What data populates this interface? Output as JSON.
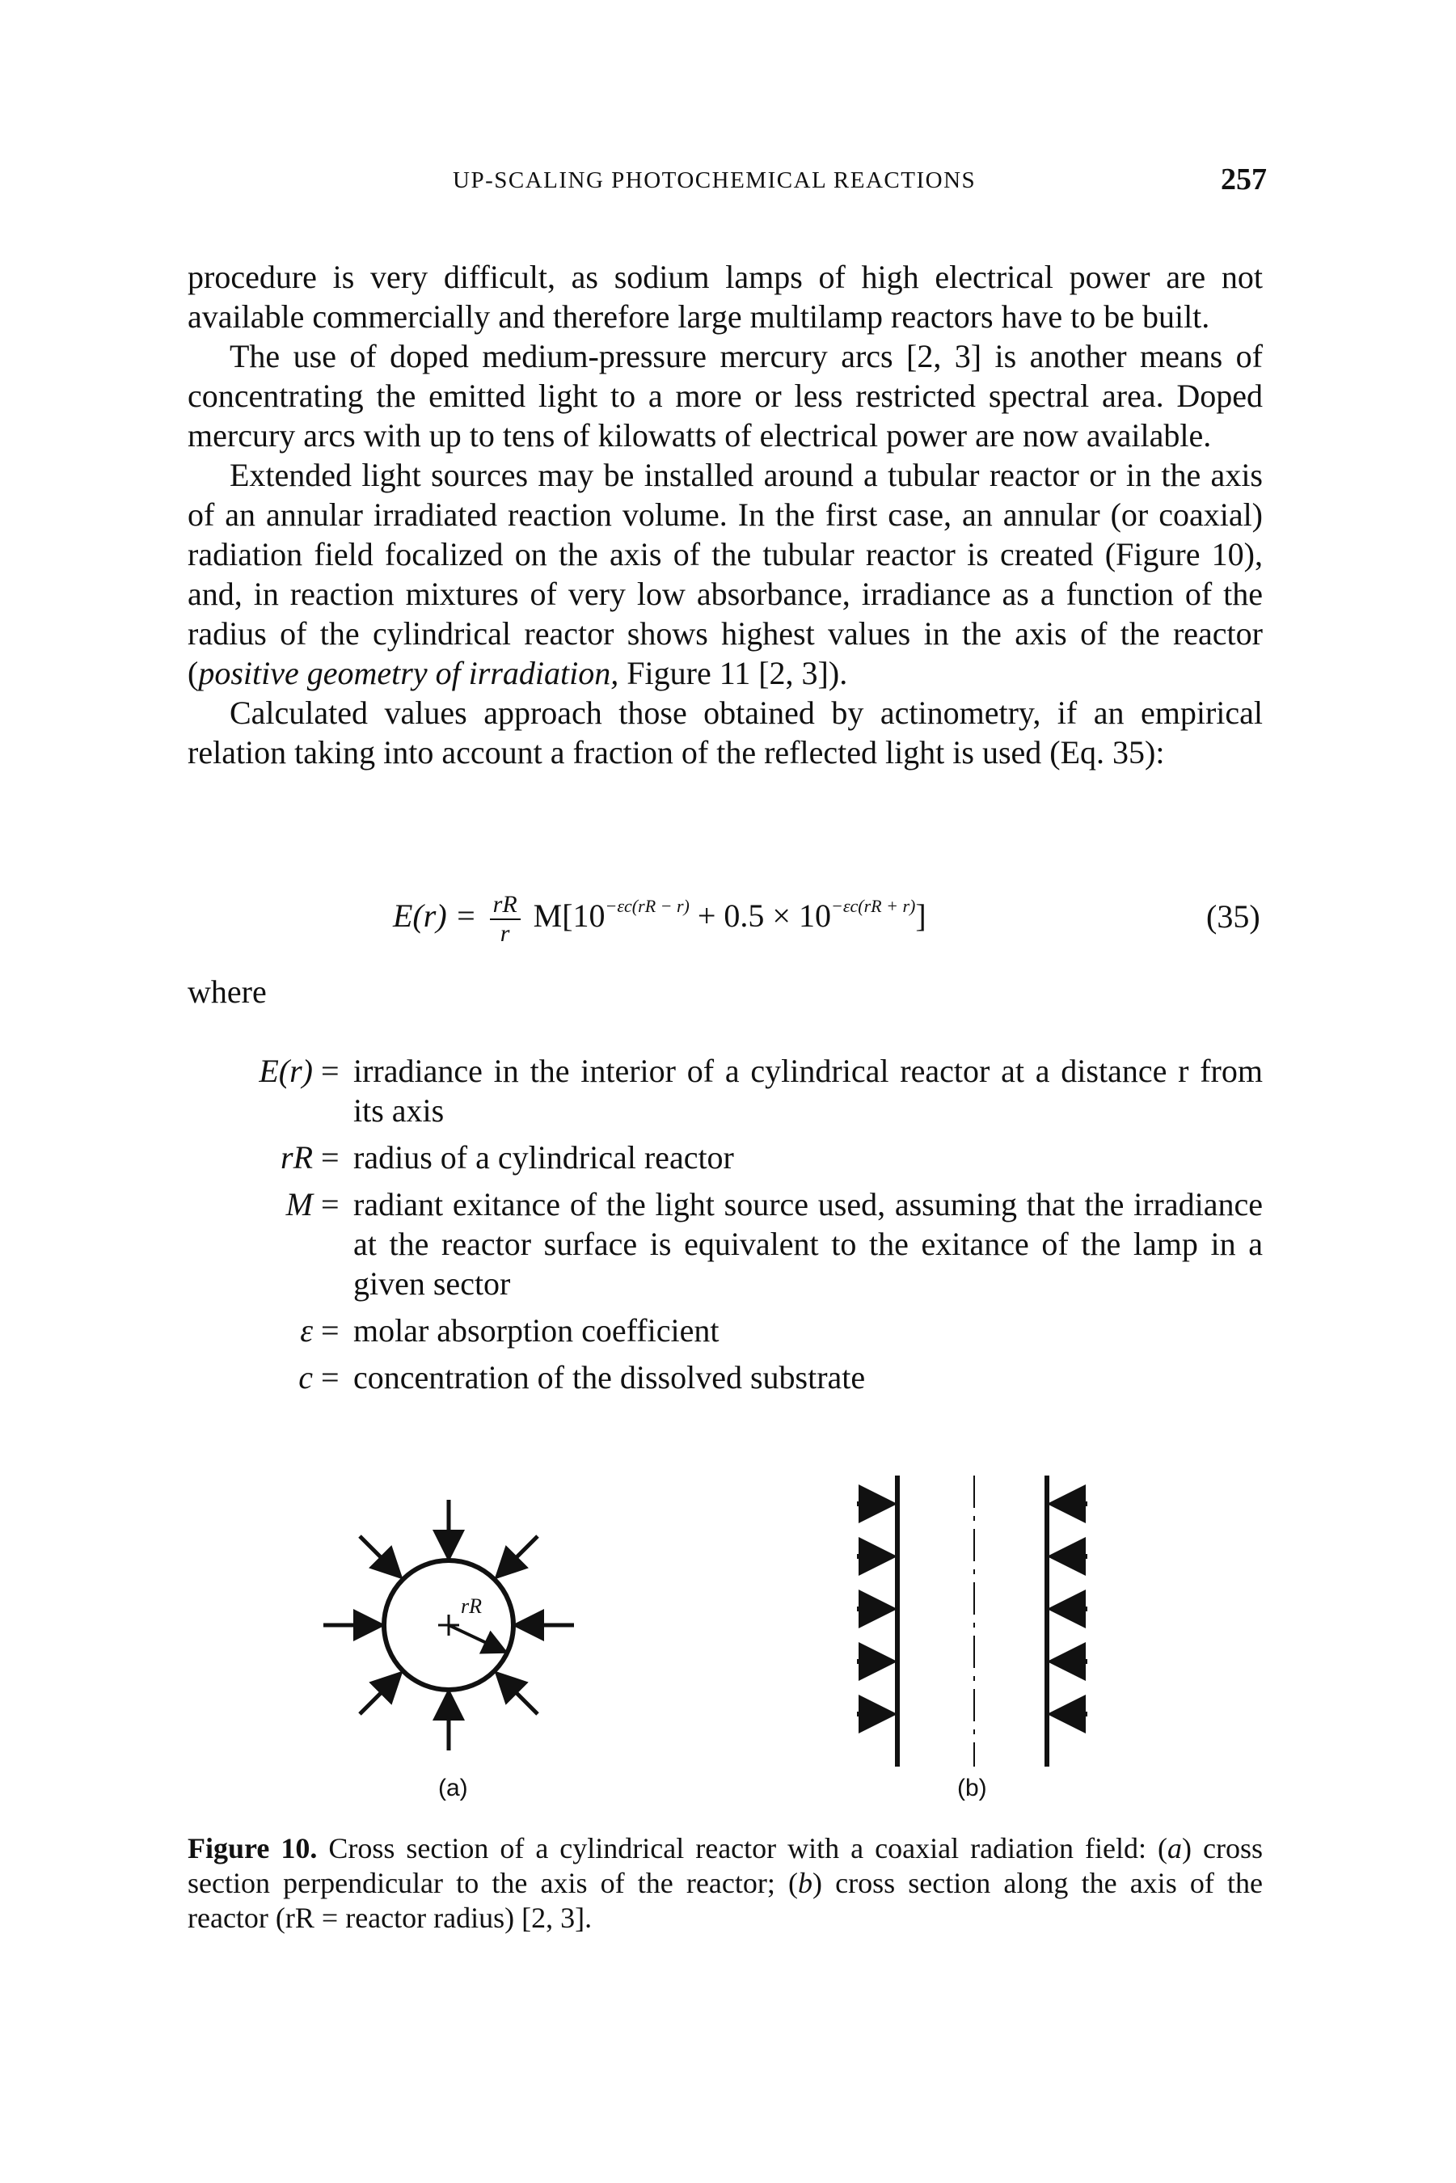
{
  "header": {
    "running_title": "UP-SCALING PHOTOCHEMICAL REACTIONS",
    "page_number": "257"
  },
  "paragraphs": [
    {
      "text": "procedure is very difficult, as sodium lamps of high electrical power are not available commercially and therefore large multilamp reactors have to be built.",
      "indent": false
    },
    {
      "text": "The use of doped medium-pressure mercury arcs [2, 3] is another means of concentrating the emitted light to a more or less restricted spectral area. Doped mercury arcs with up to tens of kilowatts of electrical power are now available.",
      "indent": true
    },
    {
      "text_before_italic": "Extended light sources may be installed around a tubular reactor or in the axis of an annular irradiated reaction volume. In the first case, an annular (or coaxial) radiation field focalized on the axis of the tubular reactor is created (Figure 10), and, in reaction mixtures of very low absorbance, irradiance as a function of the radius of the cylindrical reactor shows highest values in the axis of the reactor (",
      "italic": "positive geometry of irradiation,",
      "text_after_italic": " Figure 11 [2, 3]).",
      "indent": true
    },
    {
      "text": "Calculated values approach those obtained by actinometry, if an empirical relation taking into account a fraction of the reflected light is used (Eq. 35):",
      "indent": true
    }
  ],
  "equation": {
    "lhs": "E(r) =",
    "frac_num": "rR",
    "frac_den": "r",
    "body_1": "M[10",
    "exp_1": "−εc(rR − r)",
    "body_2": " + 0.5 × 10",
    "exp_2": "−εc(rR + r)",
    "body_3": "]",
    "number": "(35)"
  },
  "where_label": "where",
  "definitions": [
    {
      "symbol": "E(r)",
      "eq": "=",
      "text": "irradiance in the interior of a cylindrical reactor at a distance r from its axis"
    },
    {
      "symbol": "rR",
      "eq": "=",
      "text": "radius of a cylindrical reactor"
    },
    {
      "symbol": "M",
      "eq": "=",
      "text": "radiant exitance of the light source used, assuming that the irradiance at the reactor surface is equivalent to the exitance of the lamp in a given sector"
    },
    {
      "symbol": "ε",
      "eq": "=",
      "text": "molar absorption coefficient"
    },
    {
      "symbol": "c",
      "eq": "=",
      "text": "concentration of the dissolved substrate"
    }
  ],
  "figure": {
    "panel_a_label": "(a)",
    "panel_b_label": "(b)",
    "radius_label": "rR"
  },
  "caption": {
    "label": "Figure 10.",
    "part1": " Cross section of a cylindrical reactor with a coaxial radiation field: (",
    "a": "a",
    "part2": ") cross section perpendicular to the axis of the reactor; (",
    "b": "b",
    "part3": ") cross section along the axis of the reactor (rR = reactor radius) [2, 3]."
  }
}
